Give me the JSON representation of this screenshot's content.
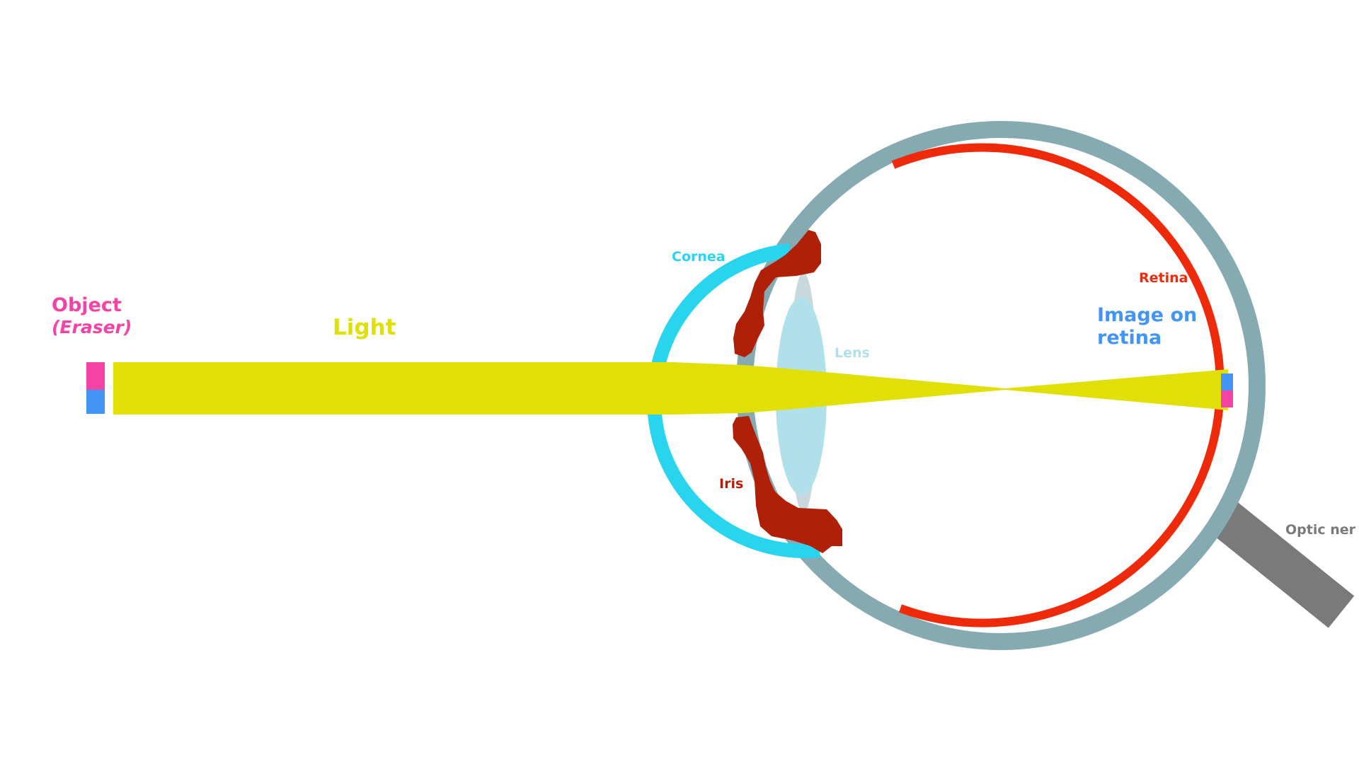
{
  "labels": {
    "object": "Object",
    "object_sub": "(Eraser)",
    "light": "Light",
    "cornea": "Cornea",
    "lens": "Lens",
    "retina": "Retina",
    "image_line1": "Image on",
    "image_line2": "retina",
    "iris": "Iris",
    "optic_nerve": "Optic ner"
  },
  "colors": {
    "object_top": "#f542a5",
    "object_bottom": "#4295f5",
    "light": "#e0e008",
    "cornea": "#29d4ef",
    "lens": "#b0e0ea",
    "lens_edge": "#c8d8dc",
    "retina": "#ee2a0a",
    "sclera": "#86aab1",
    "iris": "#b02008",
    "optic_nerve": "#7a7a7a",
    "image_label": "#4295f5"
  }
}
